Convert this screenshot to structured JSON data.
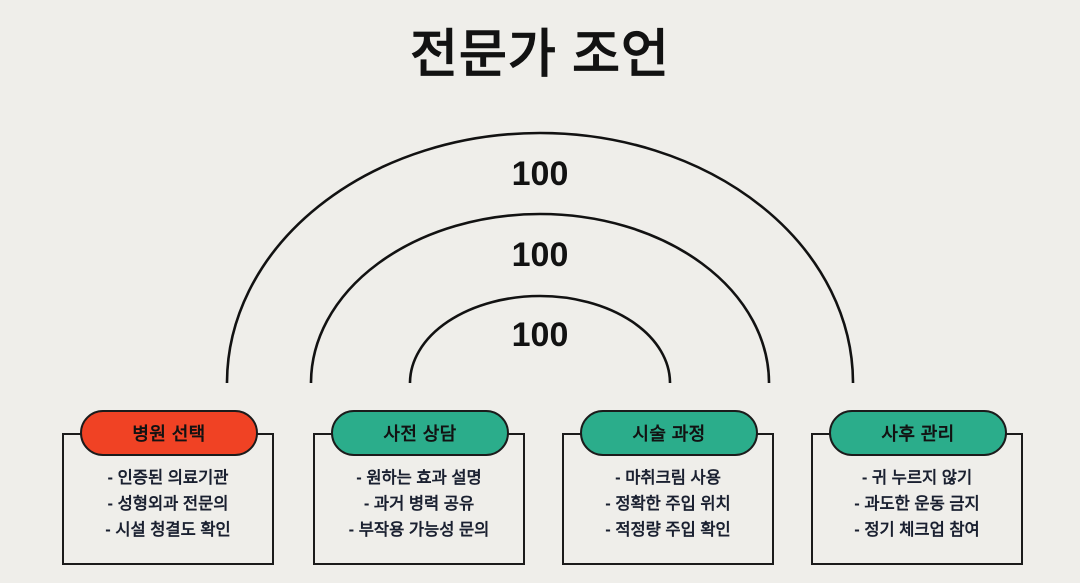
{
  "page": {
    "title": "전문가 조언",
    "background_color": "#efeeea",
    "text_color": "#121212",
    "outline_color": "#1b1b1b",
    "body_text_color": "#1a2030"
  },
  "arcs": [
    {
      "value": "100",
      "radius_label": "outer"
    },
    {
      "value": "100",
      "radius_label": "middle"
    },
    {
      "value": "100",
      "radius_label": "inner"
    }
  ],
  "columns": [
    {
      "label": "병원 선택",
      "color": "#f04224",
      "items": [
        "- 인증된 의료기관",
        "- 성형외과 전문의",
        "- 시설 청결도 확인"
      ]
    },
    {
      "label": "사전 상담",
      "color": "#2bad8b",
      "items": [
        "- 원하는 효과 설명",
        "- 과거 병력 공유",
        "- 부작용 가능성 문의"
      ]
    },
    {
      "label": "시술 과정",
      "color": "#2bad8b",
      "items": [
        "- 마취크림 사용",
        "- 정확한 주입 위치",
        "- 적정량 주입 확인"
      ]
    },
    {
      "label": "사후 관리",
      "color": "#2bad8b",
      "items": [
        "- 귀 누르지 않기",
        "- 과도한 운동 금지",
        "- 정기 체크업 참여"
      ]
    }
  ]
}
